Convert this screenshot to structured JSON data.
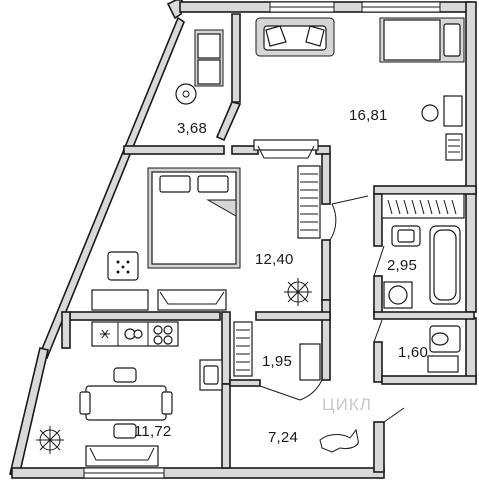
{
  "rooms": [
    {
      "id": "balcony",
      "area": "3,68"
    },
    {
      "id": "living-room",
      "area": "16,81"
    },
    {
      "id": "bedroom",
      "area": "12,40"
    },
    {
      "id": "bathroom",
      "area": "2,95"
    },
    {
      "id": "toilet",
      "area": "1,60"
    },
    {
      "id": "storage",
      "area": "1,95"
    },
    {
      "id": "kitchen",
      "area": "11,72"
    },
    {
      "id": "hallway",
      "area": "7,24"
    }
  ],
  "watermark": "ЦИКЛ"
}
